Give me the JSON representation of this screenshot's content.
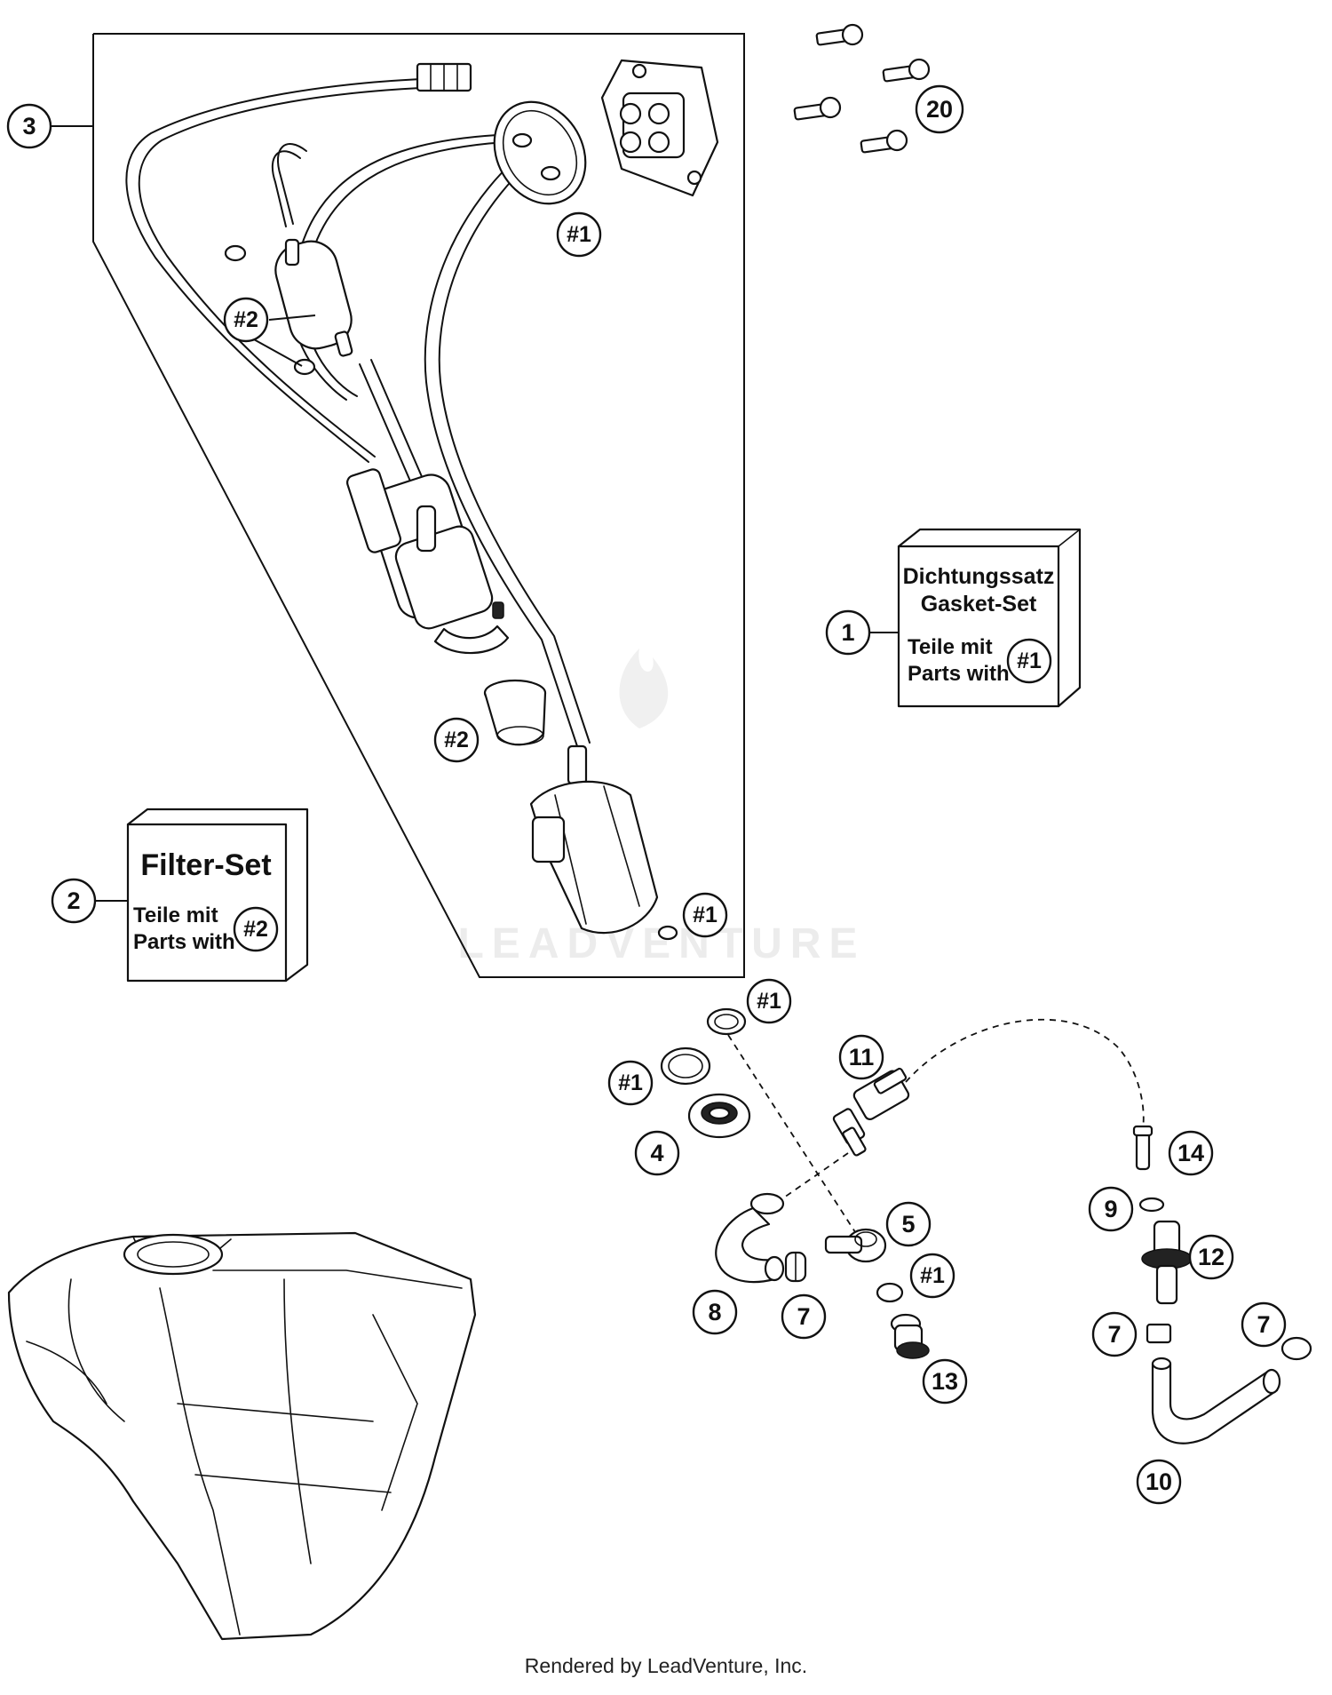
{
  "callouts": [
    {
      "id": "c3",
      "label": "3"
    },
    {
      "id": "c20",
      "label": "20"
    },
    {
      "id": "c1a",
      "label": "#1"
    },
    {
      "id": "c2a",
      "label": "#2"
    },
    {
      "id": "c2b",
      "label": "#2"
    },
    {
      "id": "c1b",
      "label": "#1"
    },
    {
      "id": "c1",
      "label": "1"
    },
    {
      "id": "c2",
      "label": "2"
    },
    {
      "id": "c1c",
      "label": "#1"
    },
    {
      "id": "c11",
      "label": "11"
    },
    {
      "id": "c1d",
      "label": "#1"
    },
    {
      "id": "c4",
      "label": "4"
    },
    {
      "id": "c14",
      "label": "14"
    },
    {
      "id": "c5",
      "label": "5"
    },
    {
      "id": "c9",
      "label": "9"
    },
    {
      "id": "c1e",
      "label": "#1"
    },
    {
      "id": "c12",
      "label": "12"
    },
    {
      "id": "c8",
      "label": "8"
    },
    {
      "id": "c7a",
      "label": "7"
    },
    {
      "id": "c7b",
      "label": "7"
    },
    {
      "id": "c7c",
      "label": "7"
    },
    {
      "id": "c13",
      "label": "13"
    },
    {
      "id": "c10",
      "label": "10"
    }
  ],
  "gasket_kit": {
    "title_de": "Dichtungssatz",
    "title_en": "Gasket-Set",
    "parts_de": "Teile mit",
    "parts_en": "Parts with",
    "marker": "#1"
  },
  "filter_kit": {
    "title": "Filter-Set",
    "parts_de": "Teile mit",
    "parts_en": "Parts with",
    "marker": "#2"
  },
  "watermark": "LEADVENTURE",
  "footer": "Rendered by LeadVenture, Inc."
}
